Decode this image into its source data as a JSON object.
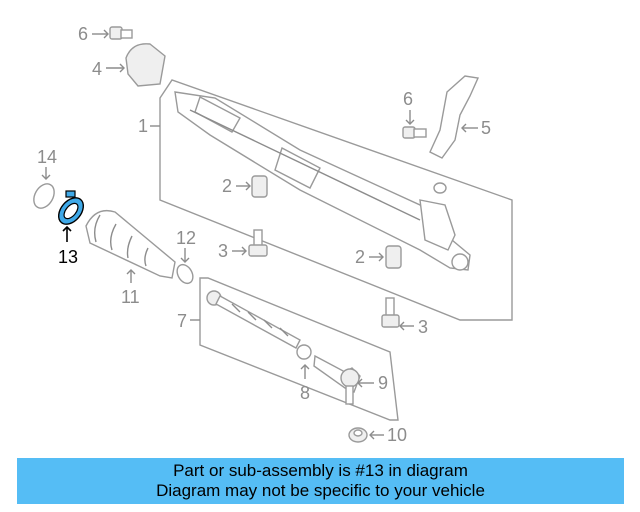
{
  "diagram": {
    "callouts": {
      "c1": "1",
      "c2a": "2",
      "c2b": "2",
      "c3a": "3",
      "c3b": "3",
      "c4": "4",
      "c5": "5",
      "c6a": "6",
      "c6b": "6",
      "c7": "7",
      "c8": "8",
      "c9": "9",
      "c10": "10",
      "c11": "11",
      "c12": "12",
      "c13": "13",
      "c14": "14"
    },
    "highlighted_part": "13",
    "colors": {
      "highlight": "#3fa9e8",
      "caption_bg": "#55bdf5",
      "line": "#9a9a9a"
    }
  },
  "caption": {
    "line1": "Part or sub-assembly is #13 in diagram",
    "line2": "Diagram may not be specific to your vehicle"
  }
}
